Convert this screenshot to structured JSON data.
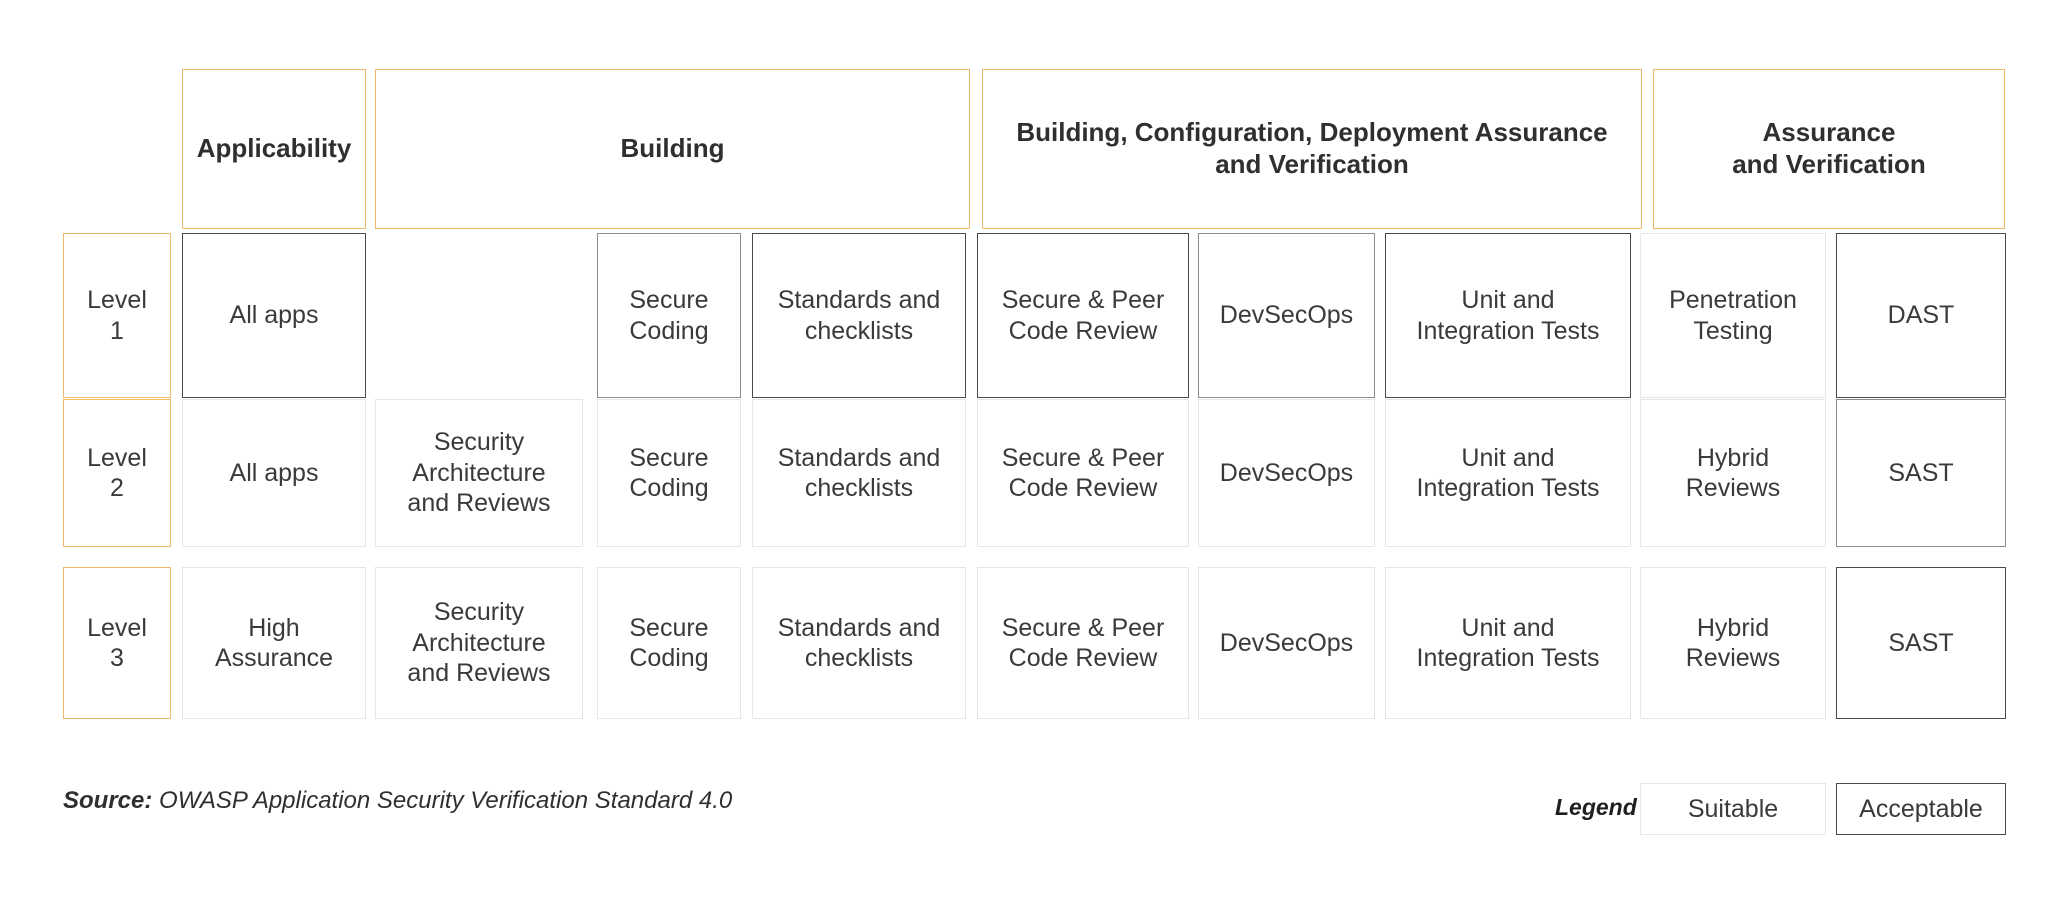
{
  "meta": {
    "accent_orange": "#eeb968",
    "border_suitable": "#e6e6e6",
    "border_acceptable": "#4a4a4a",
    "text_color": "#3a3a3a"
  },
  "groups": [
    {
      "label": "Applicability"
    },
    {
      "label": "Building"
    },
    {
      "label": "Building, Configuration, Deployment Assurance\nand Verification"
    },
    {
      "label": "Assurance\nand Verification"
    }
  ],
  "rows": [
    {
      "level": "Level\n1",
      "cells": [
        {
          "label": "All apps",
          "style": "acceptable"
        },
        {
          "label": "",
          "style": "none"
        },
        {
          "label": "Secure\nCoding",
          "style": "mid"
        },
        {
          "label": "Standards and\nchecklists",
          "style": "acceptable"
        },
        {
          "label": "Secure & Peer\nCode Review",
          "style": "acceptable"
        },
        {
          "label": "DevSecOps",
          "style": "mid"
        },
        {
          "label": "Unit and\nIntegration Tests",
          "style": "acceptable"
        },
        {
          "label": "Penetration\nTesting",
          "style": "suitable"
        },
        {
          "label": "DAST",
          "style": "acceptable"
        }
      ]
    },
    {
      "level": "Level\n2",
      "cells": [
        {
          "label": "All apps",
          "style": "suitable"
        },
        {
          "label": "Security\nArchitecture\nand Reviews",
          "style": "suitable"
        },
        {
          "label": "Secure\nCoding",
          "style": "suitable"
        },
        {
          "label": "Standards and\nchecklists",
          "style": "suitable"
        },
        {
          "label": "Secure & Peer\nCode Review",
          "style": "suitable"
        },
        {
          "label": "DevSecOps",
          "style": "suitable"
        },
        {
          "label": "Unit and\nIntegration Tests",
          "style": "suitable"
        },
        {
          "label": "Hybrid\nReviews",
          "style": "suitable"
        },
        {
          "label": "SAST",
          "style": "mid"
        }
      ]
    },
    {
      "level": "Level\n3",
      "cells": [
        {
          "label": "High\nAssurance",
          "style": "suitable"
        },
        {
          "label": "Security\nArchitecture\nand Reviews",
          "style": "suitable"
        },
        {
          "label": "Secure\nCoding",
          "style": "suitable"
        },
        {
          "label": "Standards and\nchecklists",
          "style": "suitable"
        },
        {
          "label": "Secure & Peer\nCode Review",
          "style": "suitable"
        },
        {
          "label": "DevSecOps",
          "style": "suitable"
        },
        {
          "label": "Unit and\nIntegration Tests",
          "style": "suitable"
        },
        {
          "label": "Hybrid\nReviews",
          "style": "suitable"
        },
        {
          "label": "SAST",
          "style": "acceptable"
        }
      ]
    }
  ],
  "footer": {
    "source_label": "Source:",
    "source_text": "OWASP Application Security Verification Standard 4.0",
    "legend_label": "Legend",
    "legend_items": [
      {
        "label": "Suitable",
        "style": "suitable"
      },
      {
        "label": "Acceptable",
        "style": "acceptable"
      }
    ]
  }
}
